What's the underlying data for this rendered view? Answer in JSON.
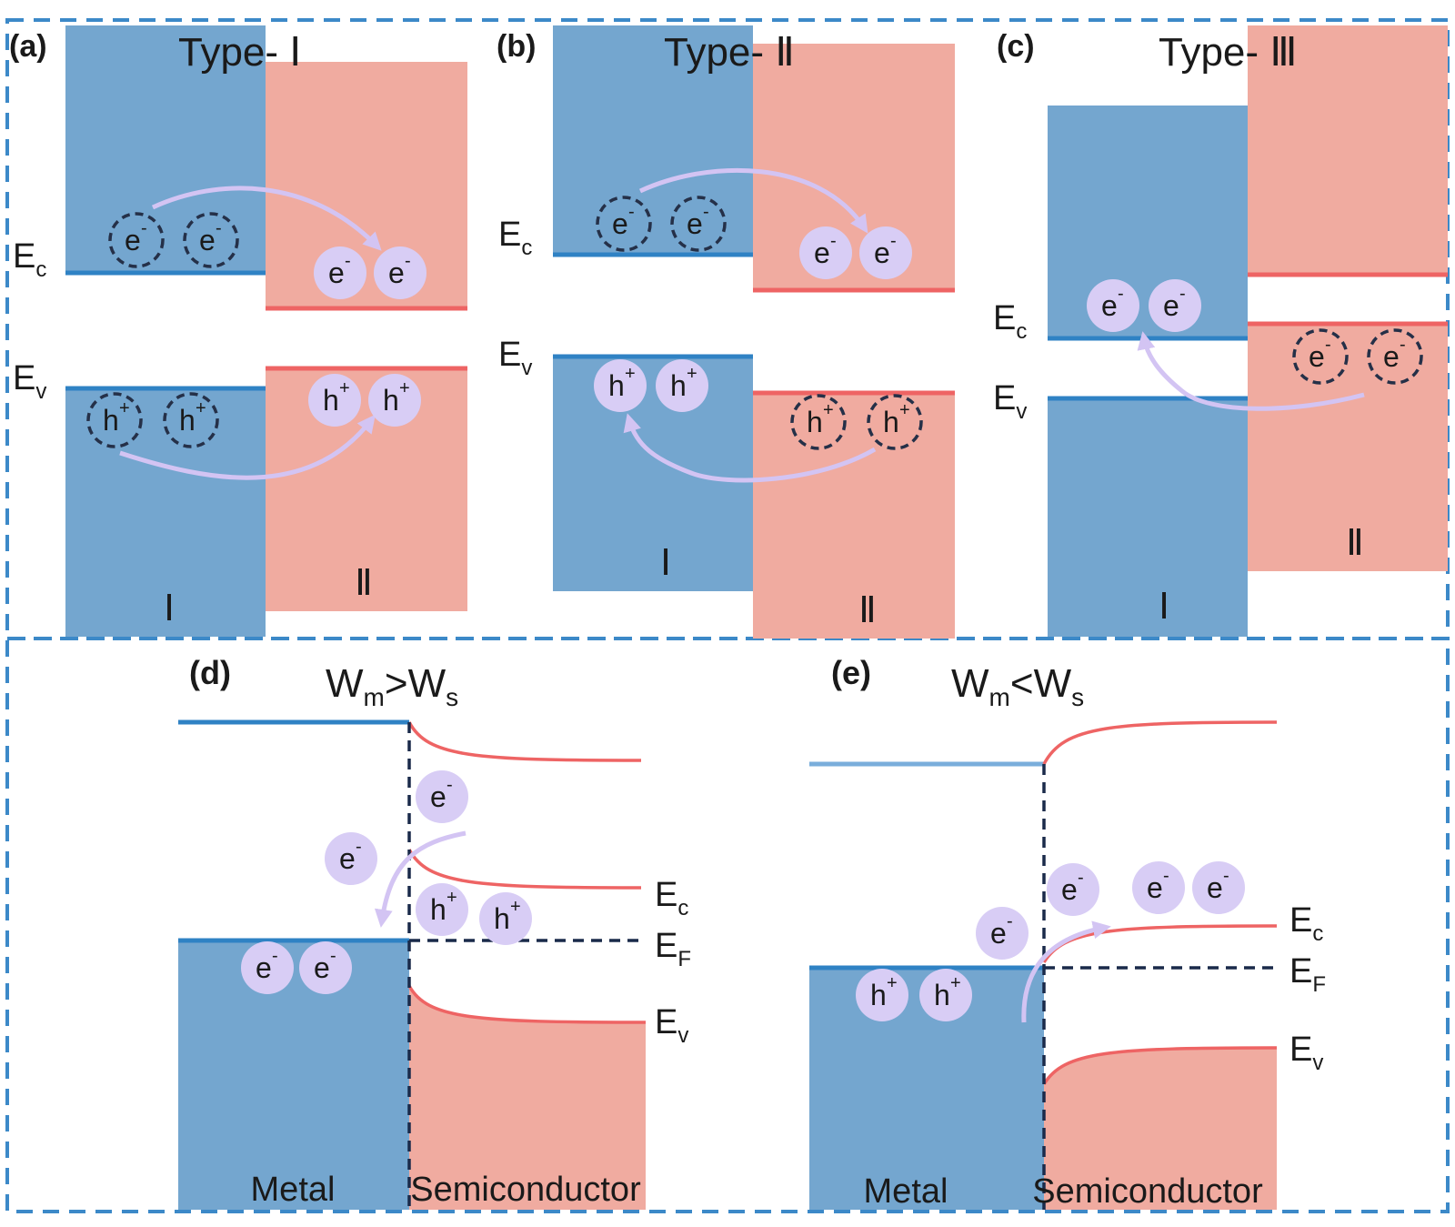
{
  "panels": {
    "a": {
      "tag": "(a)",
      "title": "Type- Ⅰ",
      "left": "Ⅰ",
      "right": "Ⅱ"
    },
    "b": {
      "tag": "(b)",
      "title": "Type- Ⅱ",
      "left": "Ⅰ",
      "right": "Ⅱ"
    },
    "c": {
      "tag": "(c)",
      "title": "Type- Ⅲ",
      "left": "Ⅰ",
      "right": "Ⅱ"
    },
    "d": {
      "tag": "(d)",
      "title_main": "W",
      "title_sub1": "m",
      "title_op": ">",
      "title_main2": "W",
      "title_sub2": "s",
      "metal": "Metal",
      "semi": "Semiconductor"
    },
    "e": {
      "tag": "(e)",
      "title_main": "W",
      "title_sub1": "m",
      "title_op": "<",
      "title_main2": "W",
      "title_sub2": "s",
      "metal": "Metal",
      "semi": "Semiconductor"
    }
  },
  "levels": {
    "E": "E",
    "c": "c",
    "v": "v",
    "F": "F"
  },
  "carriers": {
    "electron": "e",
    "electron_sup": "-",
    "hole": "h",
    "hole_sup": "+"
  },
  "colors": {
    "band_I": "#74a6cf",
    "band_II": "#f0aba0",
    "edge_I": "#2f82c4",
    "edge_II": "#ee6464",
    "carrier_fill": "#d8cdf5",
    "arrow": "#d3c4f3",
    "frame": "#3c89c8"
  }
}
